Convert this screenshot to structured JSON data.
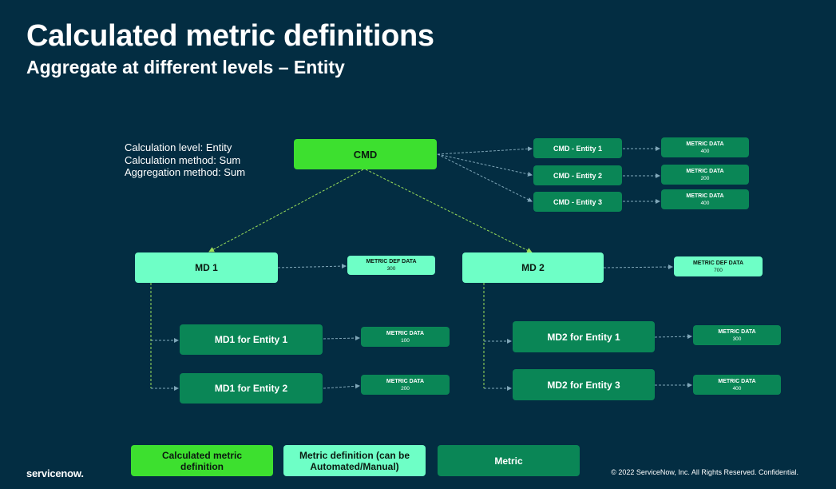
{
  "title": "Calculated metric definitions",
  "subtitle": "Aggregate at different levels – Entity",
  "calc_info": {
    "level": "Calculation level: Entity",
    "method": "Calculation method: Sum",
    "aggregation": "Aggregation method: Sum"
  },
  "nodes": {
    "cmd": "CMD",
    "cmd_entity_1": "CMD - Entity 1",
    "cmd_entity_2": "CMD - Entity 2",
    "cmd_entity_3": "CMD - Entity 3",
    "md1": "MD 1",
    "md2": "MD 2",
    "md1_entity_1": "MD1 for Entity 1",
    "md1_entity_2": "MD1 for Entity 2",
    "md2_entity_1": "MD2 for Entity 1",
    "md2_entity_3": "MD2 for Entity 3"
  },
  "data_boxes": {
    "cmd_entity_1": {
      "label": "METRIC DATA",
      "value": "400"
    },
    "cmd_entity_2": {
      "label": "METRIC DATA",
      "value": "200"
    },
    "cmd_entity_3": {
      "label": "METRIC DATA",
      "value": "400"
    },
    "md1": {
      "label": "METRIC DEF DATA",
      "value": "300"
    },
    "md2": {
      "label": "METRIC DEF DATA",
      "value": "700"
    },
    "md1_entity_1": {
      "label": "METRIC DATA",
      "value": "100"
    },
    "md1_entity_2": {
      "label": "METRIC DATA",
      "value": "200"
    },
    "md2_entity_1": {
      "label": "METRIC DATA",
      "value": "300"
    },
    "md2_entity_3": {
      "label": "METRIC DATA",
      "value": "400"
    }
  },
  "legend": {
    "cmd": "Calculated metric definition",
    "md": "Metric definition (can be Automated/Manual)",
    "metric": "Metric"
  },
  "colors": {
    "background": "#032d42",
    "calculated_metric_definition": "#3de02f",
    "metric_definition": "#6effc6",
    "metric": "#0a8656"
  },
  "footer": {
    "logo": "servicenow.",
    "copyright": "© 2022 ServiceNow, Inc. All Rights Reserved. Confidential."
  }
}
